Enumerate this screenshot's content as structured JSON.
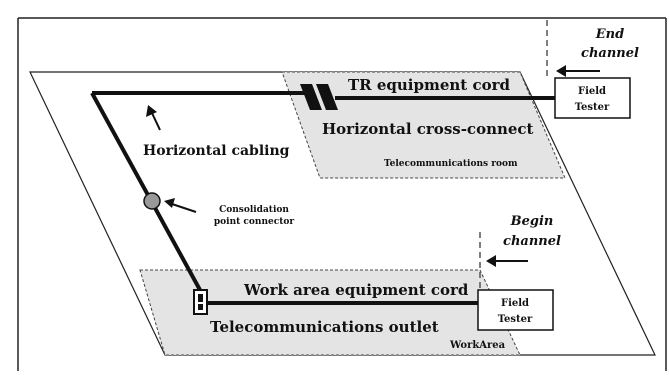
{
  "diagram": {
    "end_channel_label": [
      "End",
      "channel"
    ],
    "begin_channel_label": [
      "Begin",
      "channel"
    ],
    "tr_equipment_cord": "TR equipment cord",
    "horizontal_cross_connect": "Horizontal cross-connect",
    "telecom_room": "Telecommunications room",
    "horizontal_cabling": "Horizontal cabling",
    "consolidation_point": [
      "Consolidation",
      "point connector"
    ],
    "work_area_equipment_cord": "Work area equipment cord",
    "telecom_outlet": "Telecommunications outlet",
    "work_area": "WorkArea",
    "field_tester_top": [
      "Field",
      "Tester"
    ],
    "field_tester_bottom": [
      "Field",
      "Tester"
    ]
  }
}
